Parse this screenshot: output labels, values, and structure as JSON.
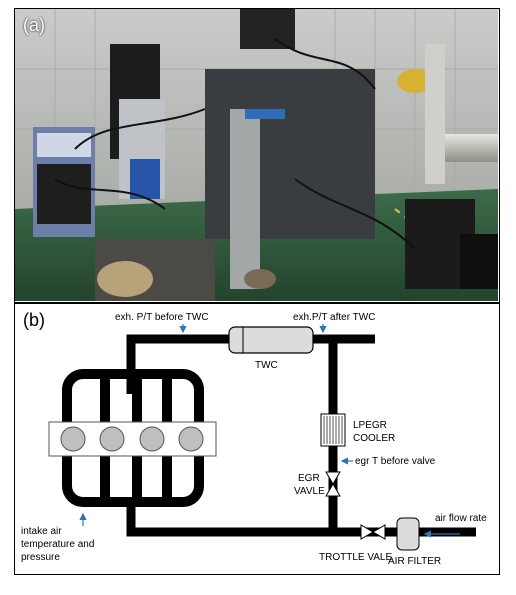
{
  "panel_a": {
    "label": "(a)"
  },
  "panel_b": {
    "label": "(b)",
    "labels": {
      "exh_before": "exh. P/T before TWC",
      "exh_after": "exh.P/T after TWC",
      "twc": "TWC",
      "lpegr_line1": "LPEGR",
      "lpegr_line2": "COOLER",
      "egr_t": "egr T before valve",
      "egr_valve_line1": "EGR",
      "egr_valve_line2": "VAVLE",
      "intake_line1": "intake air",
      "intake_line2": "temperature and",
      "intake_line3": "pressure",
      "air_flow": "air flow rate",
      "throttle": "TROTTLE VALE",
      "air_filter": "AIR FILTER"
    },
    "colors": {
      "pipe": "#000000",
      "cylinder": "#bfbfbf",
      "arrow": "#2e75b6",
      "twc_fill": "#dcdcdc"
    }
  }
}
